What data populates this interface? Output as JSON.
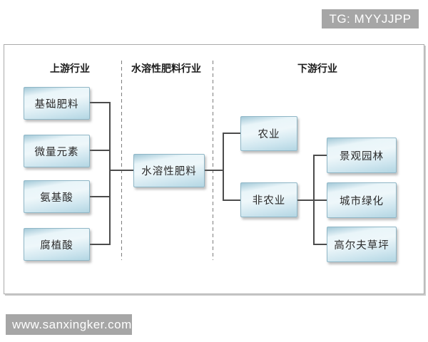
{
  "watermarks": {
    "top_right": "TG: MYYJJPP",
    "bottom_left": "www.sanxingker.com"
  },
  "diagram": {
    "section_headers": {
      "upstream": "上游行业",
      "core": "水溶性肥料行业",
      "downstream": "下游行业"
    },
    "upstream_items": [
      "基础肥料",
      "微量元素",
      "氨基酸",
      "腐植酸"
    ],
    "core_node": "水溶性肥料",
    "downstream_level1": [
      "农业",
      "非农业"
    ],
    "downstream_level2": [
      "景观园林",
      "城市绿化",
      "高尔夫草坪"
    ],
    "colors": {
      "node_fill_light": "#e9f5f9",
      "node_fill_dark": "#aed2e0",
      "node_border": "#8fb6c6",
      "connector": "#4c4c4c",
      "dashed_divider": "#7d7d7d",
      "watermark_bg": "#a6a6a6",
      "watermark_text": "#ffffff",
      "frame_border": "#aaaaaa"
    }
  }
}
